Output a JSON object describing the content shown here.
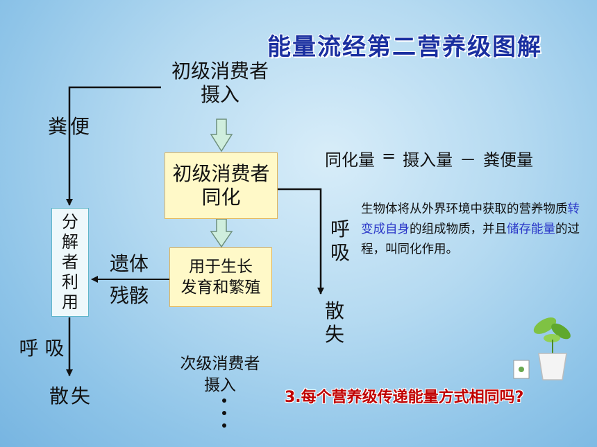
{
  "title": "能量流经第二营养级图解",
  "intake": {
    "line1": "初级消费者",
    "line2": "摄入"
  },
  "assimilation": {
    "line1": "初级消费者",
    "line2": "同化"
  },
  "growth": {
    "line1": "用于生长",
    "line2": "发育和繁殖"
  },
  "decomposer": [
    "分",
    "解",
    "者",
    "利",
    "用"
  ],
  "feces": "粪便",
  "respiration_right": [
    "呼",
    "吸"
  ],
  "lost_right": [
    "散",
    "失"
  ],
  "remains": {
    "line1": "遗体",
    "line2": "残骸"
  },
  "respiration_left": "呼 吸",
  "lost_left": "散失",
  "next_intake": {
    "line1": "次级消费者",
    "line2": "摄入"
  },
  "formula": {
    "lhs": "同化量",
    "eq": "=",
    "a": "摄入量",
    "minus": "－",
    "b": "粪便量"
  },
  "definition": {
    "p1": "生物体将从外界环境中获取的营养物质",
    "h1": "转变成自身",
    "p2": "的组成物质，并且",
    "h2": "储存能量",
    "p3": "的过程，叫同化作用。"
  },
  "question": "3.每个营养级传递能量方式相同吗?",
  "colors": {
    "title": "#1a2fa0",
    "highlight": "#2a37c8",
    "question": "#c00000",
    "box_fill": "#fff9c8",
    "arrow_fill": "#cfeedd"
  },
  "icons": [
    "hollow-down-arrow-icon",
    "potted-plant-icon"
  ]
}
